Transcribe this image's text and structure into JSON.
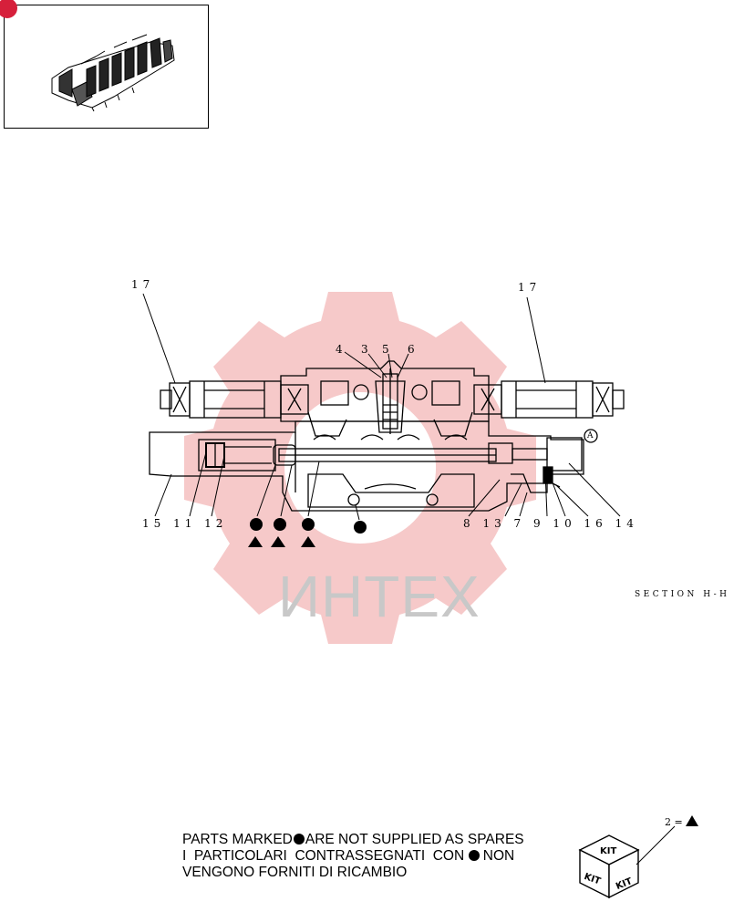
{
  "thumbnail": {
    "alt": "control valve assembly",
    "badge_color": "#d6203b"
  },
  "watermark": {
    "text": "ИНТЕХ",
    "gear_color": "#f6c9c9",
    "text_color": "#c8c8c8"
  },
  "callouts": {
    "top_left_17": "17",
    "top_right_17": "17",
    "c4": "4",
    "c3": "3",
    "c5": "5",
    "c6": "6",
    "bottom_left": "15 11 12",
    "bottom_right": "8 13 7 9 10 16 14"
  },
  "section_label": "SECTION H-H",
  "circle_letter": "A",
  "notes": {
    "line1_pre": "PARTS MARKED",
    "line1_post": "ARE NOT SUPPLIED AS SPARES",
    "line2_pre": "I  PARTICOLARI  CONTRASSEGNATI  CON",
    "line2_post": " NON",
    "line3": "VENGONO FORNITI DI RICAMBIO"
  },
  "kit_legend": {
    "text": "2 =",
    "kit_label": "KIT"
  }
}
